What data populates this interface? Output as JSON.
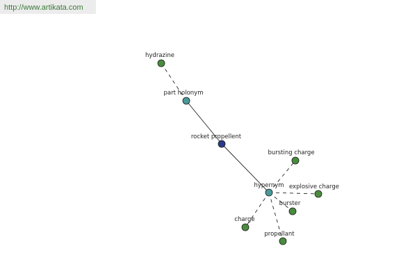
{
  "watermark": "http://www.artikata.com",
  "colors": {
    "leaf": "#4a8c3f",
    "relation": "#4a9a9a",
    "center": "#2a3a8a",
    "edge": "#222222"
  },
  "nodes": [
    {
      "id": "hydrazine",
      "label": "hydrazine",
      "kind": "leaf"
    },
    {
      "id": "part_holonym",
      "label": "part holonym",
      "kind": "relation"
    },
    {
      "id": "rocket_propellent",
      "label": "rocket propellent",
      "kind": "center"
    },
    {
      "id": "hypernym",
      "label": "hypernym",
      "kind": "relation"
    },
    {
      "id": "bursting_charge",
      "label": "bursting charge",
      "kind": "leaf"
    },
    {
      "id": "explosive_charge",
      "label": "explosive charge",
      "kind": "leaf"
    },
    {
      "id": "burster",
      "label": "burster",
      "kind": "leaf"
    },
    {
      "id": "charge",
      "label": "charge",
      "kind": "leaf"
    },
    {
      "id": "propellant",
      "label": "propellant",
      "kind": "leaf"
    }
  ],
  "edges": [
    {
      "from": "hydrazine",
      "to": "part_holonym",
      "style": "dashed"
    },
    {
      "from": "part_holonym",
      "to": "rocket_propellent",
      "style": "solid"
    },
    {
      "from": "rocket_propellent",
      "to": "hypernym",
      "style": "solid"
    },
    {
      "from": "hypernym",
      "to": "bursting_charge",
      "style": "dashed"
    },
    {
      "from": "hypernym",
      "to": "explosive_charge",
      "style": "dashed"
    },
    {
      "from": "hypernym",
      "to": "burster",
      "style": "dashed"
    },
    {
      "from": "hypernym",
      "to": "charge",
      "style": "dashed"
    },
    {
      "from": "hypernym",
      "to": "propellant",
      "style": "dashed"
    }
  ]
}
